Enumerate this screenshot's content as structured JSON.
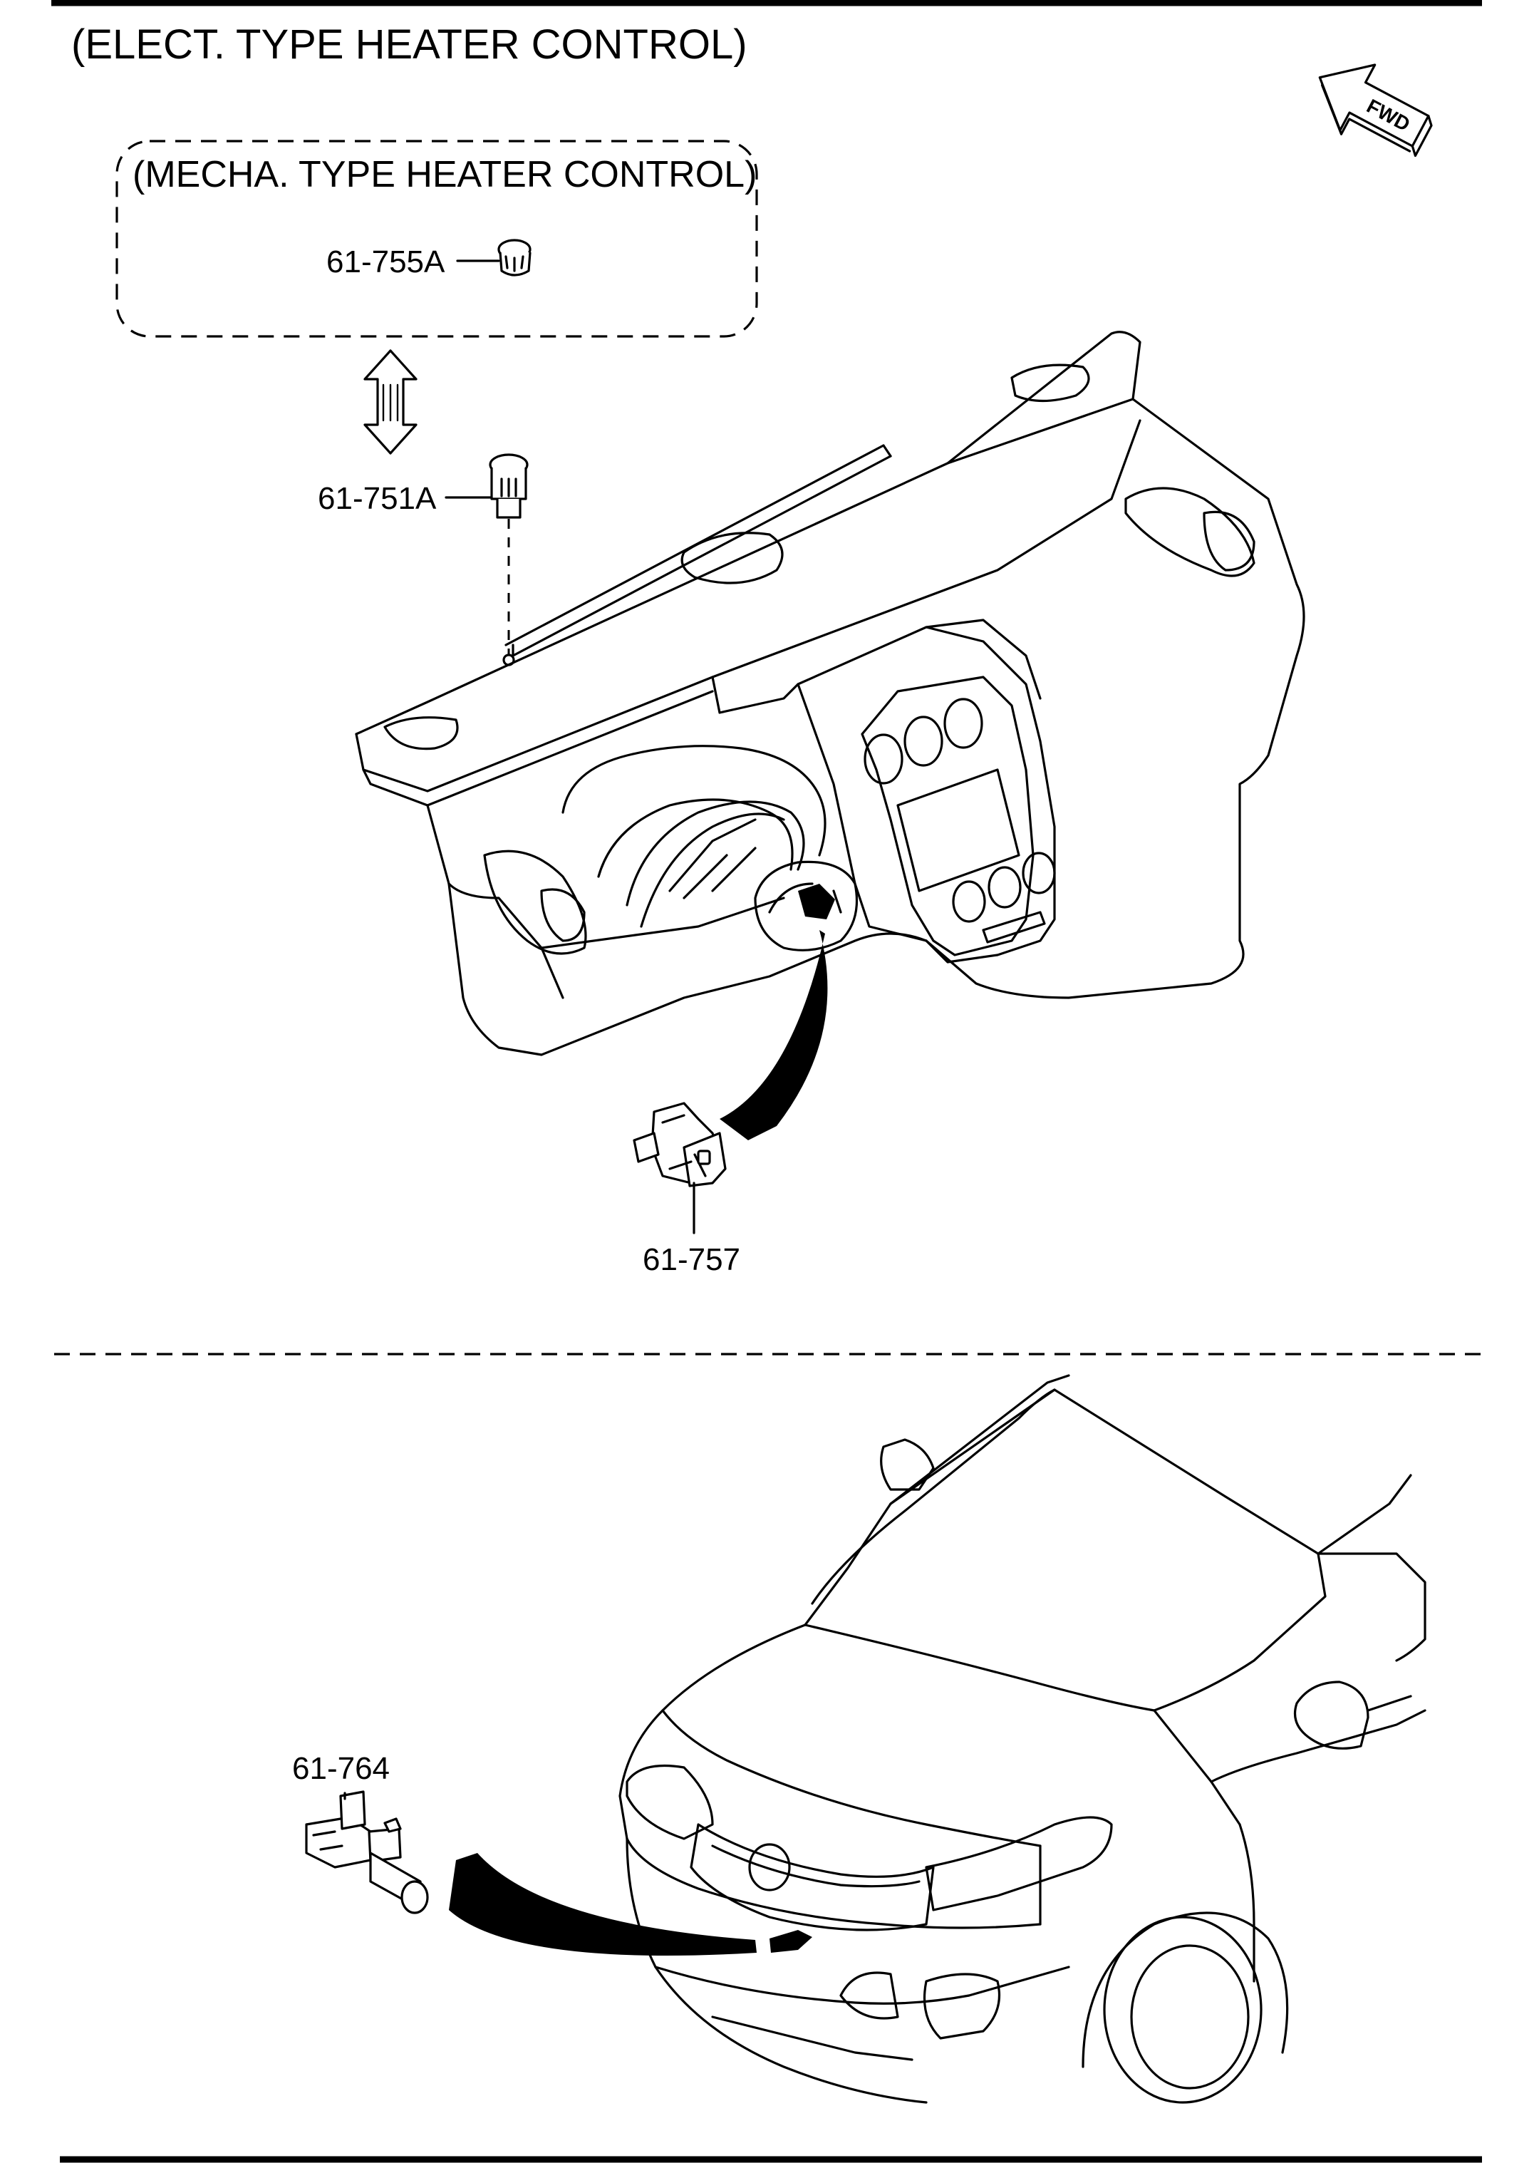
{
  "title": "(ELECT. TYPE HEATER CONTROL)",
  "inset_title": "(MECHA. TYPE HEATER CONTROL)",
  "fwd_label": "FWD",
  "parts": {
    "p755a": "61-755A",
    "p751a": "61-751A",
    "p757": "61-757",
    "p764": "61-764"
  }
}
